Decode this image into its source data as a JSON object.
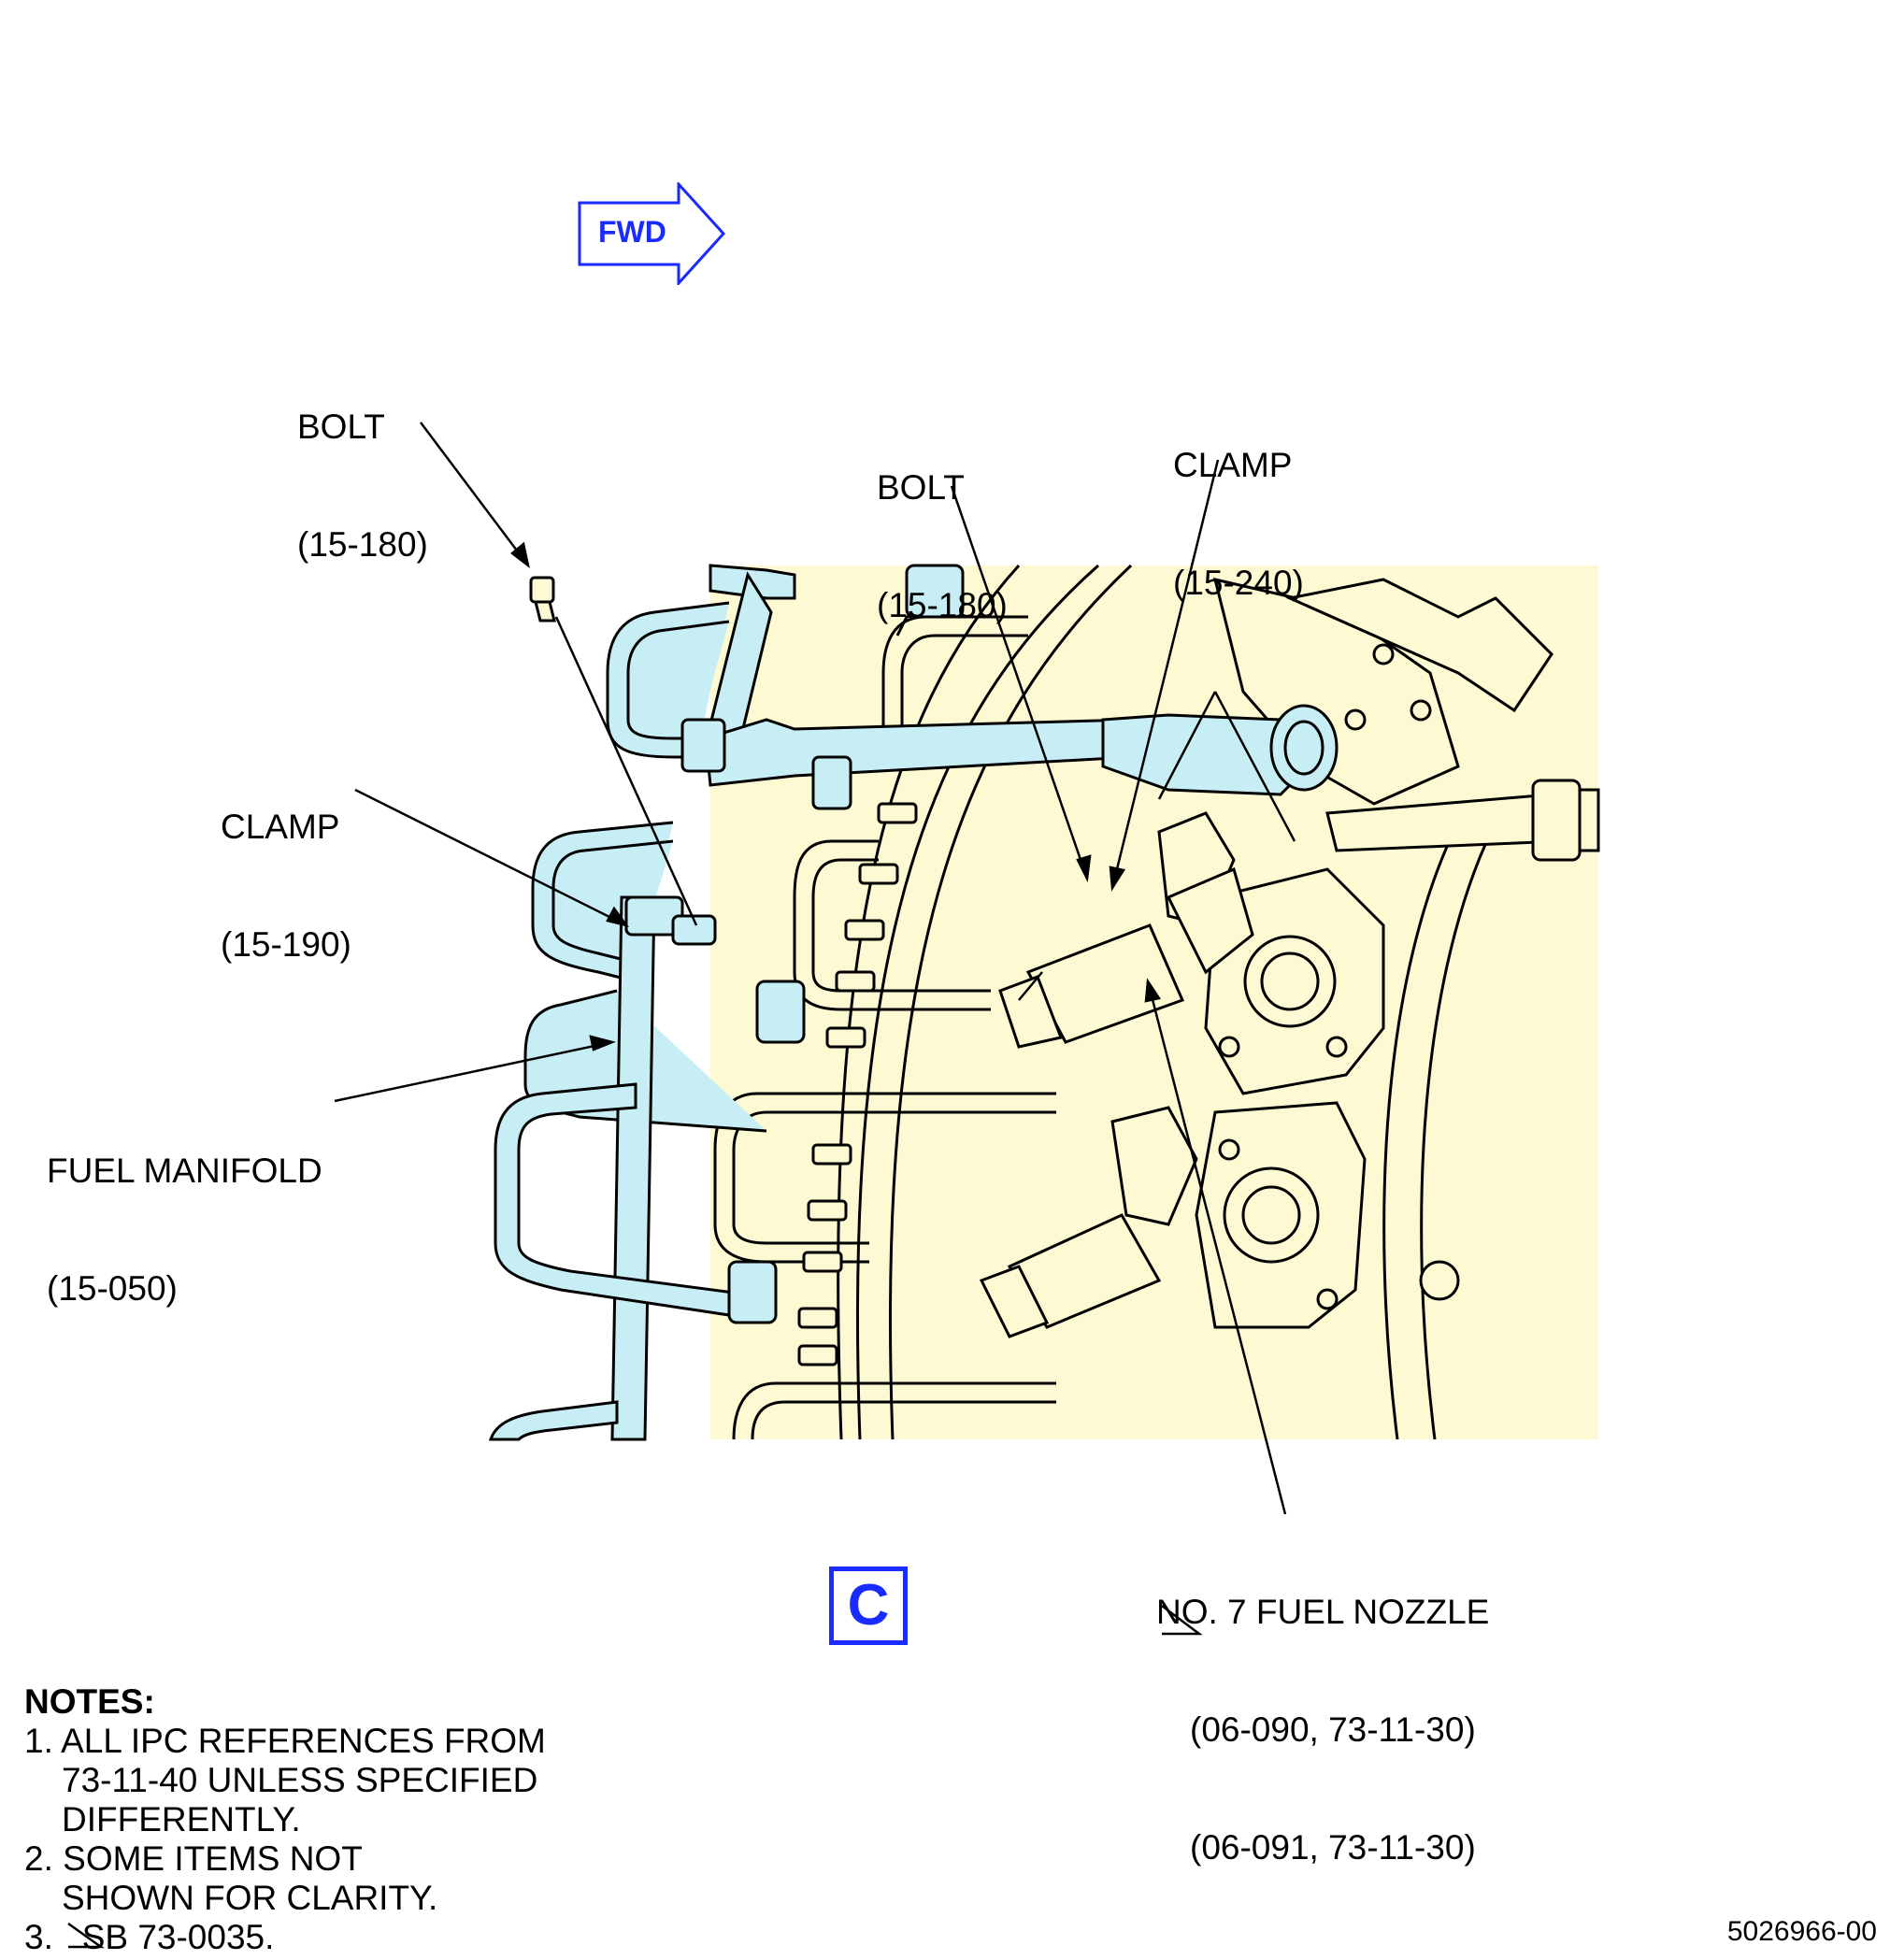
{
  "fwd_arrow": {
    "label": "FWD",
    "color": "#1a2bff"
  },
  "callouts": {
    "bolt_left": {
      "name": "BOLT",
      "ref": "(15-180)"
    },
    "bolt_center": {
      "name": "BOLT",
      "ref": "(15-180)"
    },
    "clamp_top": {
      "name": "CLAMP",
      "ref": "(15-240)"
    },
    "clamp_left": {
      "name": "CLAMP",
      "ref": "(15-190)"
    },
    "fuel_manifold": {
      "name": "FUEL MANIFOLD",
      "ref": "(15-050)"
    },
    "fuel_nozzle": {
      "name": "NO. 7 FUEL NOZZLE",
      "ref1": "(06-090, 73-11-30)",
      "ref2": "(06-091, 73-11-30)"
    }
  },
  "view_label": "C",
  "notes": {
    "header": "NOTES:",
    "n1_a": "1. ALL IPC REFERENCES FROM",
    "n1_b": "73-11-40 UNLESS SPECIFIED",
    "n1_c": "DIFFERENTLY.",
    "n2_a": "2. SOME ITEMS NOT",
    "n2_b": "SHOWN FOR CLARITY.",
    "n3": "3.   SB 73-0035."
  },
  "figure_id": "5026966-00",
  "colors": {
    "engine_fill": "#fdf9d2",
    "manifold_fill": "#c8eef5",
    "line": "#000000",
    "accent": "#1a2bff"
  }
}
